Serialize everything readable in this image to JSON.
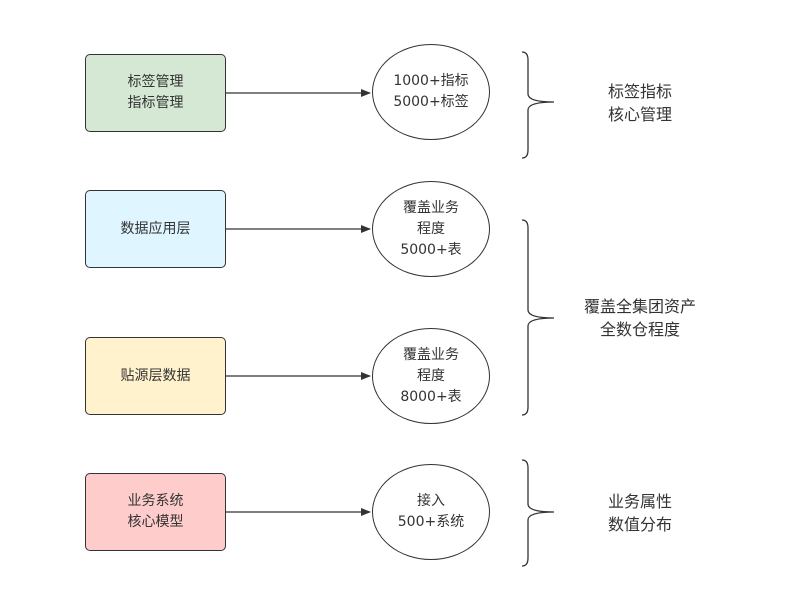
{
  "left_boxes": [
    {
      "text": "标签管理\n指标管理",
      "fill": "#d5e8d4"
    },
    {
      "text": "数据应用层",
      "fill": "#dff5ff"
    },
    {
      "text": "贴源层数据",
      "fill": "#fff2cc"
    },
    {
      "text": "业务系统\n核心模型",
      "fill": "#ffcccc"
    }
  ],
  "circles": [
    {
      "text": "1000+指标\n5000+标签"
    },
    {
      "text": "覆盖业务\n程度\n5000+表"
    },
    {
      "text": "覆盖业务\n程度\n8000+表"
    },
    {
      "text": "接入\n500+系统"
    }
  ],
  "notes": [
    {
      "text": "标签指标\n核心管理"
    },
    {
      "text": "覆盖全集团资产\n全数仓程度"
    },
    {
      "text": "业务属性\n数值分布"
    }
  ]
}
